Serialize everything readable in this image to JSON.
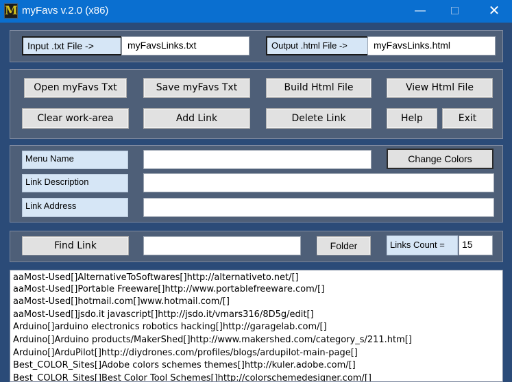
{
  "window": {
    "title": "myFavs v.2.0 (x86)",
    "app_icon_glyph": "M",
    "minimize_glyph": "—",
    "close_glyph": "✕"
  },
  "files": {
    "input_label": "Input .txt File ->",
    "input_value": "myFavsLinks.txt",
    "output_label": "Output .html File ->",
    "output_value": "myFavsLinks.html"
  },
  "actions": {
    "open": "Open myFavs Txt",
    "save": "Save myFavs Txt",
    "build": "Build Html File",
    "view": "View Html File",
    "clear": "Clear work-area",
    "add": "Add Link",
    "delete": "Delete Link",
    "help": "Help",
    "exit": "Exit"
  },
  "fields": {
    "menu_name_label": "Menu Name",
    "menu_name_value": "",
    "description_label": "Link Description",
    "description_value": "",
    "address_label": "Link Address",
    "address_value": "",
    "change_colors": "Change Colors"
  },
  "find": {
    "find_button": "Find Link",
    "find_value": "",
    "folder_button": "Folder",
    "count_label": "Links Count =",
    "count_value": "15"
  },
  "links": [
    "aaMost-Used[]AlternativeToSoftwares[]http://alternativeto.net/[]",
    "aaMost-Used[]Portable Freeware[]http://www.portablefreeware.com/[]",
    "aaMost-Used[]hotmail.com[]www.hotmail.com/[]",
    "aaMost-Used[]jsdo.it javascript[]http://jsdo.it/vmars316/8D5g/edit[]",
    "Arduino[]arduino electronics robotics hacking[]http://garagelab.com/[]",
    "Arduino[]Arduino products/MakerShed[]http://www.makershed.com/category_s/211.htm[]",
    "Arduino[]ArduPilot[]http://diydrones.com/profiles/blogs/ardupilot-main-page[]",
    "Best_COLOR_Sites[]Adobe colors schemes themes[]http://kuler.adobe.com/[]",
    "Best_COLOR_Sites[]Best Color Tool Schemes[]http://colorschemedesigner.com/[]"
  ]
}
